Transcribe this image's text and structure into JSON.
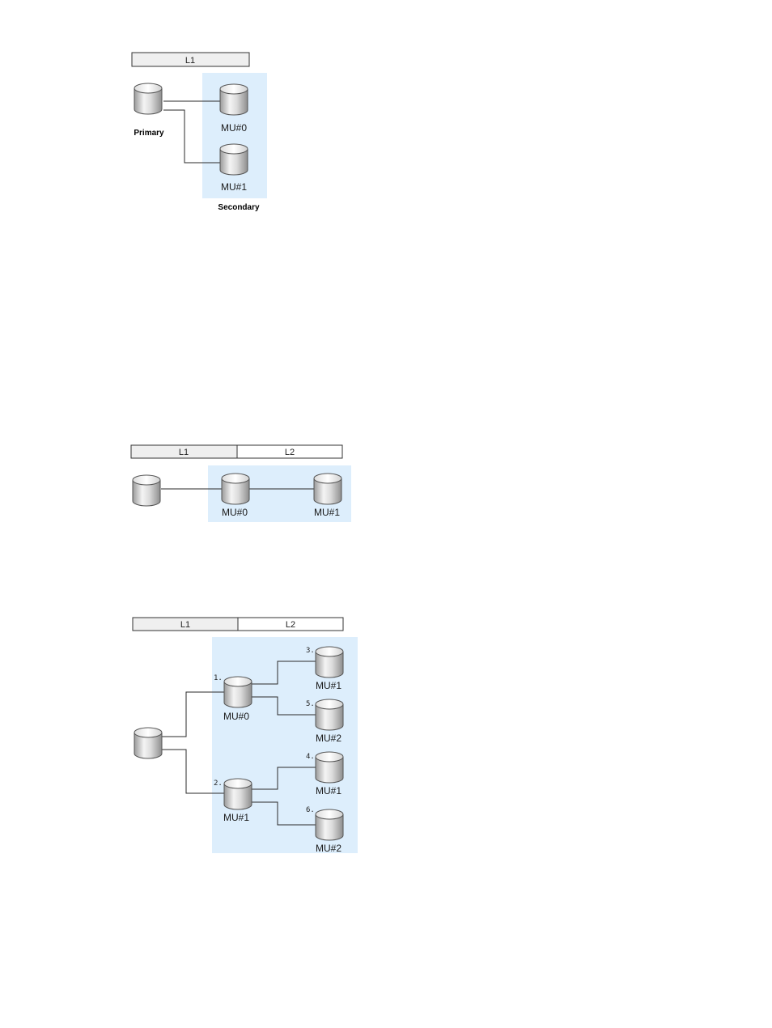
{
  "diagrams": [
    {
      "layers": [
        "L1"
      ],
      "primary_label": "Primary",
      "secondary_label": "Secondary",
      "volumes": [
        "MU#0",
        "MU#1"
      ]
    },
    {
      "layers": [
        "L1",
        "L2"
      ],
      "volumes": [
        "MU#0",
        "MU#1"
      ]
    },
    {
      "layers": [
        "L1",
        "L2"
      ],
      "l1_volumes": [
        {
          "num": "1.",
          "label": "MU#0"
        },
        {
          "num": "2.",
          "label": "MU#1"
        }
      ],
      "l2_volumes": [
        {
          "num": "3.",
          "label": "MU#1"
        },
        {
          "num": "5.",
          "label": "MU#2"
        },
        {
          "num": "4.",
          "label": "MU#1"
        },
        {
          "num": "6.",
          "label": "MU#2"
        }
      ]
    }
  ],
  "colors": {
    "secondary_area": "#ddeefc",
    "layer_l1_fill": "#efefef",
    "layer_l2_fill": "#ffffff"
  }
}
